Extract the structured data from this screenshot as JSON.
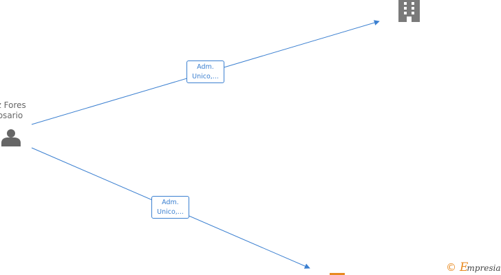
{
  "person": {
    "name_line1": "iz Fores",
    "name_line2": "osario",
    "icon": "person-icon"
  },
  "nodes": [
    {
      "kind": "company",
      "icon": "building-icon",
      "color": "#7a7a7a"
    },
    {
      "kind": "company",
      "icon": "building-icon",
      "color": "#e88a20"
    }
  ],
  "edges": [
    {
      "label_line1": "Adm.",
      "label_line2": "Unico,..."
    },
    {
      "label_line1": "Adm.",
      "label_line2": "Unico,..."
    }
  ],
  "colors": {
    "edge": "#3a7fd0",
    "person_icon": "#666666",
    "building_gray": "#7a7a7a",
    "building_orange": "#e88a20",
    "brand_accent": "#e88a20"
  },
  "watermark": {
    "symbol": "©",
    "brand_initial": "E",
    "brand_rest": "mpresia"
  }
}
